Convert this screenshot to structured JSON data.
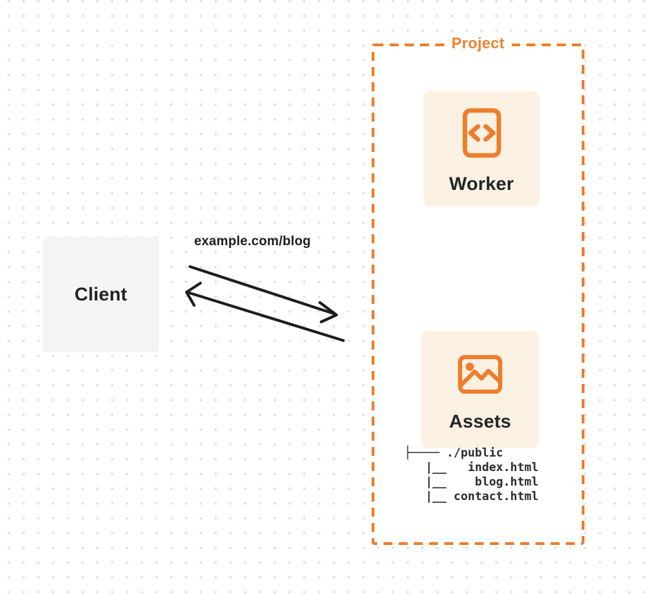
{
  "diagram": {
    "client": {
      "label": "Client"
    },
    "request_label": "example.com/blog",
    "project": {
      "label": "Project",
      "worker": {
        "label": "Worker",
        "icon": "code-file-icon"
      },
      "assets": {
        "label": "Assets",
        "icon": "image-icon",
        "file_tree": "├──── ./public\n   |__   index.html\n   |__    blog.html\n   |__ contact.html"
      }
    },
    "colors": {
      "accent_orange": "#ee7d2c",
      "title_orange": "#f0812e",
      "card_background": "#fbf1e3",
      "client_background": "#f4f4f6",
      "arrow_black": "#1d1d1f",
      "text_dark": "#232323",
      "dot_grid": "#dfdfe3"
    }
  }
}
